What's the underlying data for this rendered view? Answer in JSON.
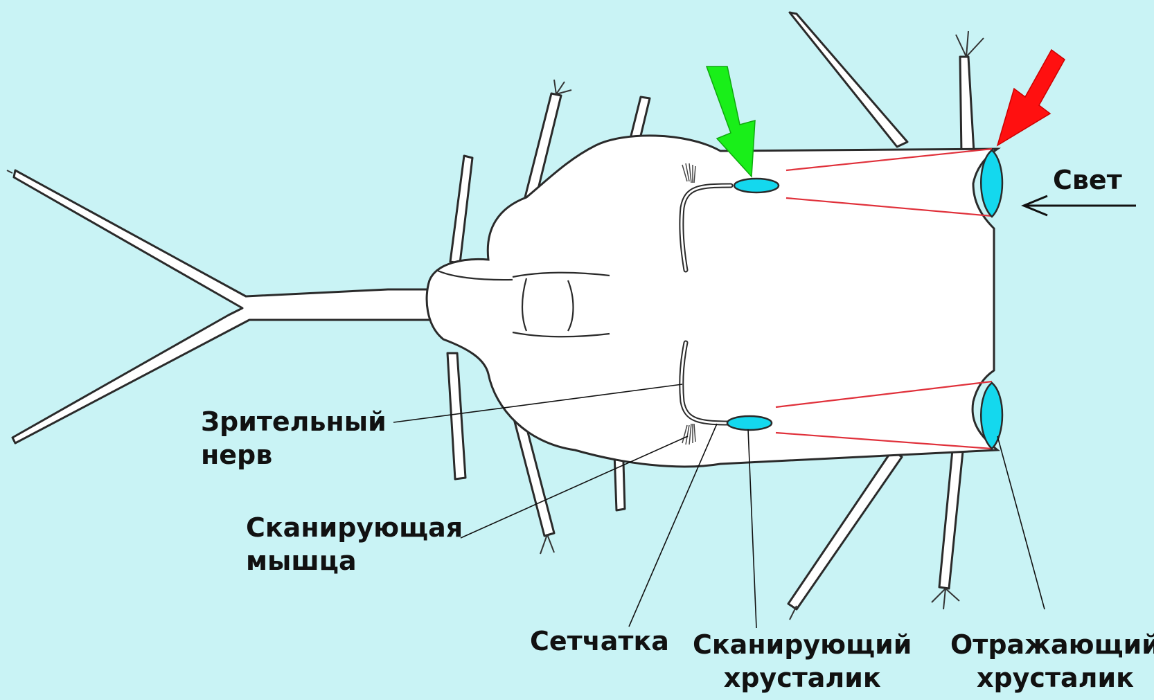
{
  "colors": {
    "background": "#c9f3f5",
    "body_fill": "#ffffff",
    "outline": "#222222",
    "lens_fill": "#14d8ee",
    "ray": "#e0303a",
    "arrow_scanning": "#19ef19",
    "arrow_reflecting": "#ff1010",
    "leader": "#111111"
  },
  "labels": {
    "light": "Свет",
    "optic_nerve": [
      "Зрительный",
      "нерв"
    ],
    "scanning_muscle": [
      "Сканирующая",
      "мышца"
    ],
    "retina": "Сетчатка",
    "scanning_lens": [
      "Сканирующий",
      "хрусталик"
    ],
    "reflecting_lens": [
      "Отражающий",
      "хрусталик"
    ]
  }
}
